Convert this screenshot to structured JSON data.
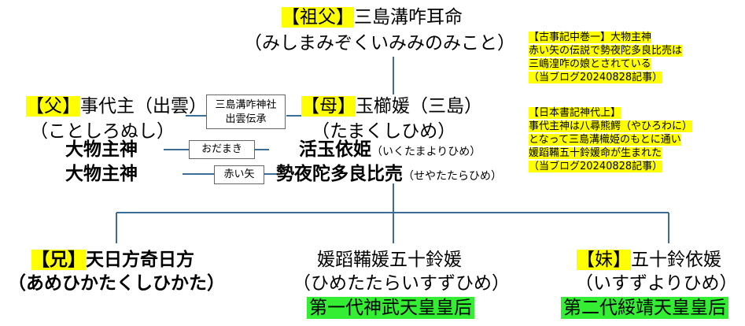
{
  "colors": {
    "line": "#3a6e96",
    "highlight": "#ffff00",
    "empress": "#33ee33",
    "box_border": "#666666"
  },
  "grandfather": {
    "tag": "【祖父】",
    "name": "三島溝咋耳命",
    "reading": "（みしまみぞくいみみのみこと）"
  },
  "father": {
    "tag": "【父】",
    "name": "事代主（出雲）",
    "reading": "（ことしろぬし）",
    "alias1": "大物主神",
    "alias2": "大物主神"
  },
  "mother": {
    "tag": "【母】",
    "name": "玉櫛媛（三島）",
    "reading": "（たまくしひめ）",
    "alias1": "活玉依姫",
    "alias1_reading": "（いくたまよりひめ）",
    "alias2": "勢夜陀多良比売",
    "alias2_reading": "（せやたたらひめ）"
  },
  "boxes": {
    "tradition": [
      "三島溝咋神社",
      "出雲伝承"
    ],
    "odamaki": "おだまき",
    "akaiya": "赤い矢"
  },
  "notes": {
    "kojiki": [
      "【古事記中巻一】大物主神",
      "赤い矢の伝説で勢夜陀多良比売は",
      "三嶋湟咋の娘とされている",
      "（当ブログ20240828記事）"
    ],
    "nihonshoki": [
      "【日本書記神代上】",
      "事代主神は八尋熊鰐（やひろわに）",
      "となって三島溝樴姫のもとに通い",
      "媛蹈鞴五十鈴媛命が生まれた",
      "（当ブログ20240828記事）"
    ]
  },
  "children": {
    "brother": {
      "tag": "【兄】",
      "name": "天日方奇日方",
      "reading": "（あめひかたくしひかた）"
    },
    "middle": {
      "name": "媛蹈鞴媛五十鈴媛",
      "reading": "（ひめたたらいすずひめ）",
      "title": "第一代神武天皇皇后"
    },
    "sister": {
      "tag": "【妹】",
      "name": "五十鈴依媛",
      "reading": "（いすずよりひめ）",
      "title": "第二代綏靖天皇皇后"
    }
  }
}
